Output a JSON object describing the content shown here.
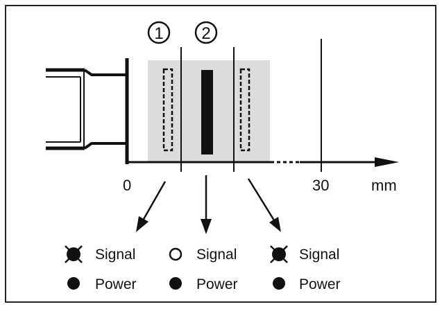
{
  "zones": [
    {
      "number": "1"
    },
    {
      "number": "2"
    }
  ],
  "axis": {
    "origin_label": "0",
    "tick_label": "30",
    "unit": "mm",
    "origin_value": 0,
    "tick_value": 30
  },
  "indicators": [
    {
      "signal": {
        "label": "Signal",
        "state": "flashing"
      },
      "power": {
        "label": "Power",
        "state": "on"
      }
    },
    {
      "signal": {
        "label": "Signal",
        "state": "off"
      },
      "power": {
        "label": "Power",
        "state": "on"
      }
    },
    {
      "signal": {
        "label": "Signal",
        "state": "flashing"
      },
      "power": {
        "label": "Power",
        "state": "on"
      }
    }
  ],
  "colors": {
    "ink": "#111111",
    "zone_fill": "#dcdcdc",
    "frame": "#222222",
    "background": "#ffffff"
  }
}
